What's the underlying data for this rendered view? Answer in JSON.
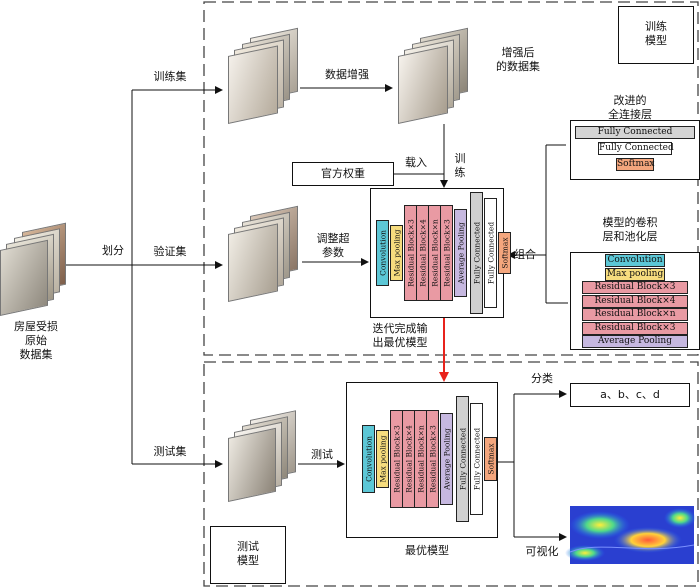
{
  "labels": {
    "dataset": "房屋受损\n原始\n数据集",
    "split": "划分",
    "train_set": "训练集",
    "val_set": "验证集",
    "test_set": "测试集",
    "augment": "数据增强",
    "augmented": "增强后\n的数据集",
    "official_weights": "官方权重",
    "load": "载入",
    "train": "训\n练",
    "tune": "调整超\n参数",
    "combine": "组合",
    "iterate": "迭代完成输\n出最优模型",
    "test": "测试",
    "best_model": "最优模型",
    "classify": "分类",
    "visualize": "可视化",
    "improved_fc": "改进的\n全连接层",
    "conv_pool": "模型的卷积\n层和池化层",
    "train_model": "训练\n模型",
    "test_model": "测试\n模型",
    "classes": "a、b、c、d"
  },
  "network_layers": [
    {
      "label": "Convolution",
      "color": "#5cc7d6"
    },
    {
      "label": "Max pooling",
      "color": "#f6dc7e"
    },
    {
      "label": "Residual Block×3",
      "color": "#e99aa3"
    },
    {
      "label": "Residual Block×4",
      "color": "#e99aa3"
    },
    {
      "label": "Residual Block×n",
      "color": "#e99aa3"
    },
    {
      "label": "Residual Block×3",
      "color": "#e99aa3"
    },
    {
      "label": "Average Pooling",
      "color": "#c6b8e0"
    },
    {
      "label": "Fully Connected",
      "color": "#d0d0d0"
    },
    {
      "label": "Fully Connected",
      "color": "#ffffff"
    },
    {
      "label": "Softmax",
      "color": "#f4a67d"
    }
  ],
  "fc_layers": [
    {
      "label": "Fully Connected",
      "color": "#d4d4d4"
    },
    {
      "label": "Fully Connected",
      "color": "#ffffff"
    },
    {
      "label": "Softmax",
      "color": "#f4a67d"
    }
  ],
  "conv_layers": [
    {
      "label": "Convolution",
      "color": "#5cc7d6"
    },
    {
      "label": "Max pooling",
      "color": "#f6dc7e"
    },
    {
      "label": "Residual  Block×3",
      "color": "#e99aa3"
    },
    {
      "label": "Residual  Block×4",
      "color": "#e99aa3"
    },
    {
      "label": "Residual  Block×n",
      "color": "#e99aa3"
    },
    {
      "label": "Residual  Block×3",
      "color": "#e99aa3"
    },
    {
      "label": "Average Pooling",
      "color": "#c6b8e0"
    }
  ],
  "colors": {
    "arrow": "#111111",
    "highlight_arrow": "#e8231c",
    "dashed_border": "#444444"
  }
}
